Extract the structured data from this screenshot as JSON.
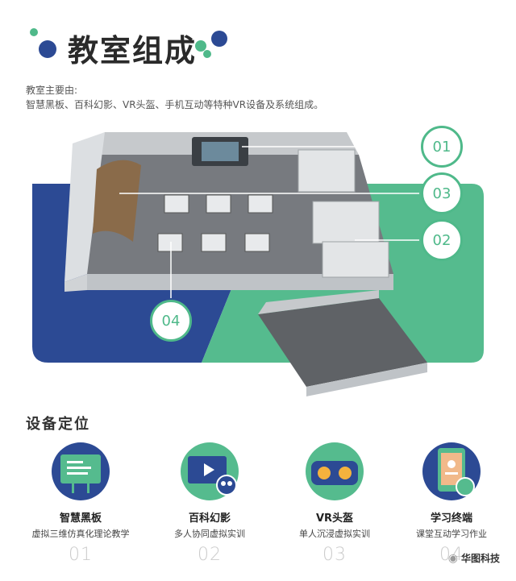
{
  "header": {
    "title": "教室组成",
    "intro_line1": "教室主要由:",
    "intro_line2": "智慧黑板、百科幻影、VR头盔、手机互动等特种VR设备及系统组成。"
  },
  "callouts": [
    "01",
    "02",
    "03",
    "04"
  ],
  "section": {
    "title": "设备定位"
  },
  "features": [
    {
      "name": "智慧黑板",
      "desc": "虚拟三维仿真化理论教学",
      "num": "01",
      "icon": "whiteboard-icon"
    },
    {
      "name": "百科幻影",
      "desc": "多人协同虚拟实训",
      "num": "02",
      "icon": "video-screen-icon"
    },
    {
      "name": "VR头盔",
      "desc": "单人沉浸虚拟实训",
      "num": "03",
      "icon": "vr-headset-icon"
    },
    {
      "name": "学习终端",
      "desc": "课堂互动学习作业",
      "num": "04",
      "icon": "tablet-icon"
    }
  ],
  "watermark": {
    "text": "华图科技"
  },
  "colors": {
    "accent_green": "#4fb98a",
    "deep_blue": "#2c4a94"
  }
}
